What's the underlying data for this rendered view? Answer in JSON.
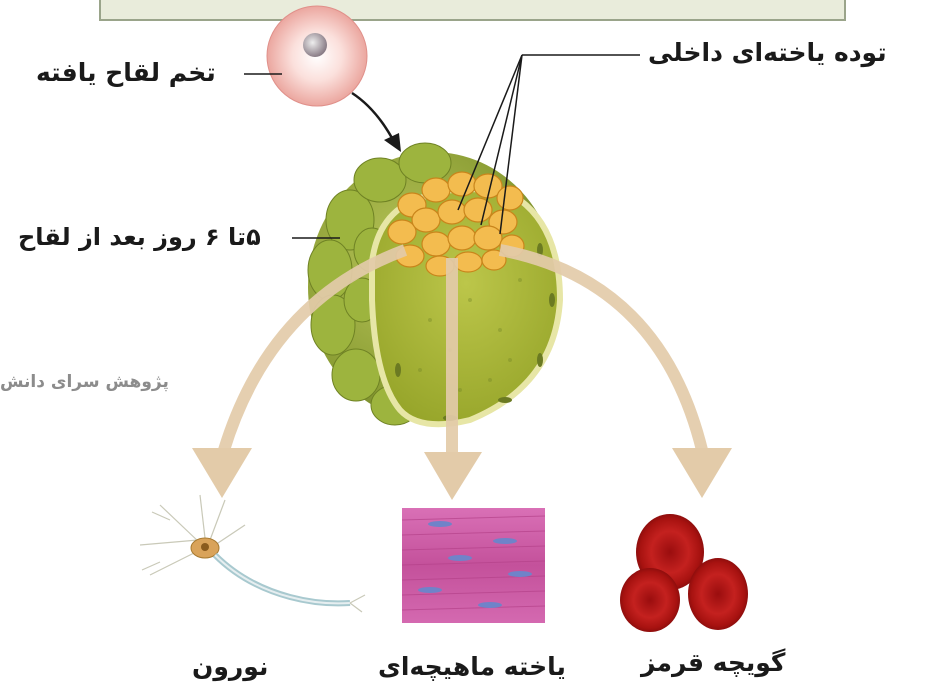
{
  "labels": {
    "zygote": "تخم لقاح یافته",
    "inner_cell_mass": "توده یاخته‌ای داخلی",
    "blastocyst_age": "۵تا ۶ روز بعد از لقاح",
    "neuron": "نورون",
    "muscle_cell": "یاخته ماهیچه‌ای",
    "red_blood_cell": "گویچه قرمز"
  },
  "watermark": "پژوهش سرای دانش",
  "colors": {
    "top_box_fill": "#e9ecdb",
    "top_box_border": "#9aa48a",
    "arrow_fill": "#e3cba9",
    "blastocyst_outer": "#8fa43a",
    "inner_mass": "#f0b94a",
    "muscle": "#d45fa6",
    "rbc": "#c0181a"
  }
}
